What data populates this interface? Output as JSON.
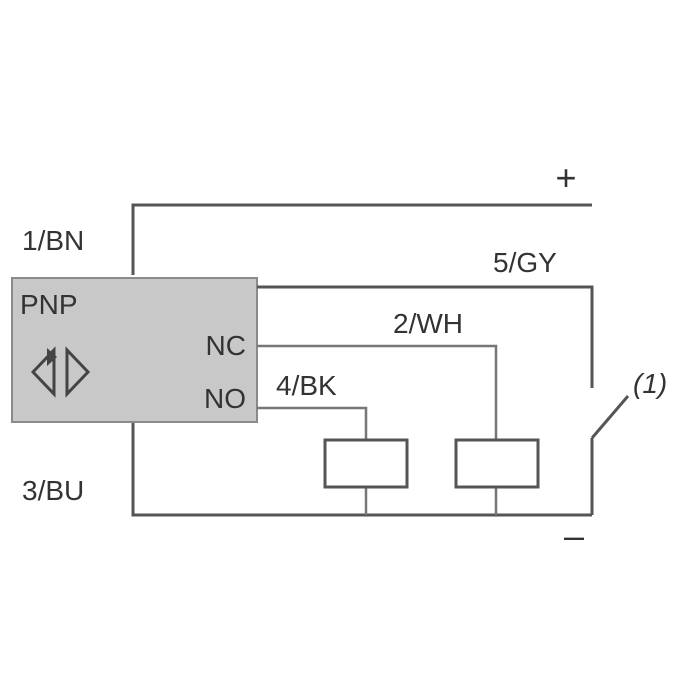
{
  "diagram": {
    "polarity": {
      "positive": "+",
      "negative": "–"
    },
    "wires": {
      "brown": "1/BN",
      "blue": "3/BU",
      "gray": "5/GY",
      "white": "2/WH",
      "black": "4/BK"
    },
    "sensor": {
      "type_label": "PNP",
      "nc_label": "NC",
      "no_label": "NO",
      "body_color": "#c8c8c8"
    },
    "switch_note": "(1)"
  }
}
